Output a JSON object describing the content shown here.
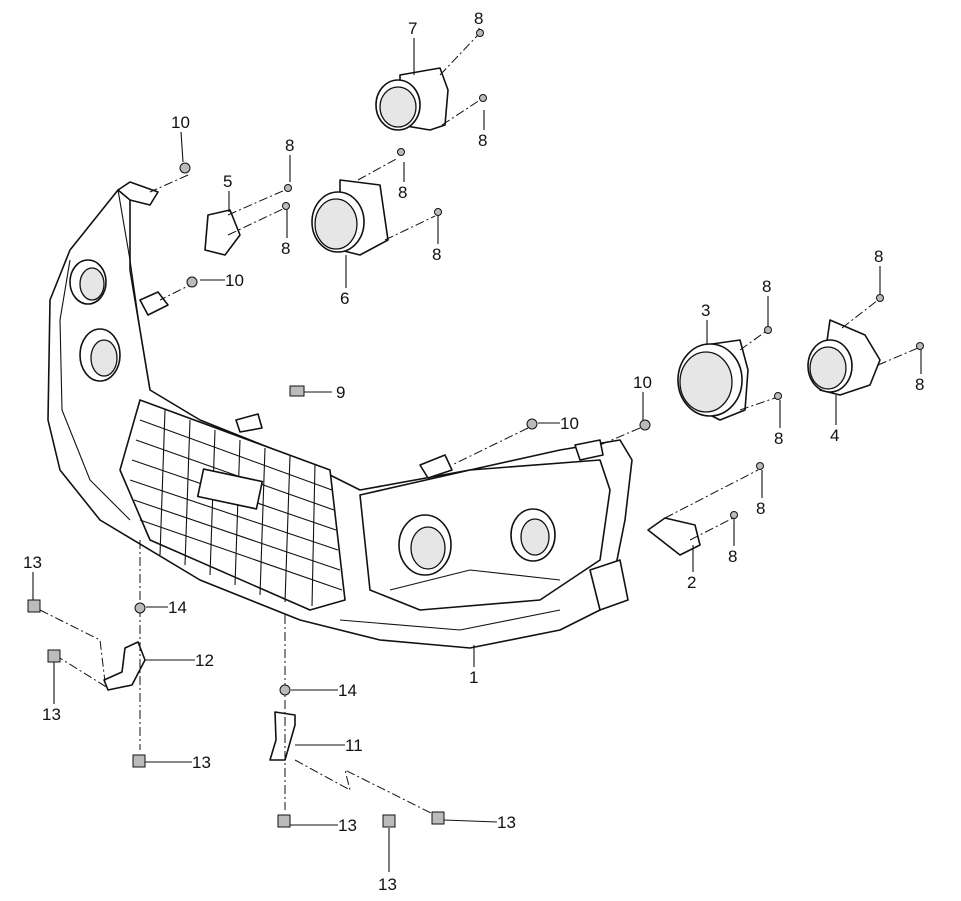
{
  "callouts": {
    "c7": "7",
    "c8a": "8",
    "c8b": "8",
    "c10a": "10",
    "c8c": "8",
    "c5": "5",
    "c8d": "8",
    "c8e": "8",
    "c8f": "8",
    "c6": "6",
    "c10b": "10",
    "c8g": "8",
    "c8h": "8",
    "c3": "3",
    "c9": "9",
    "c10c": "10",
    "c10d": "10",
    "c8i": "8",
    "c4": "4",
    "c8j": "8",
    "c8k": "8",
    "c2": "2",
    "c8l": "8",
    "c13a": "13",
    "c14a": "14",
    "c12": "12",
    "c1": "1",
    "c13b": "13",
    "c14b": "14",
    "c11": "11",
    "c13c": "13",
    "c13d": "13",
    "c13e": "13",
    "c13f": "13"
  }
}
